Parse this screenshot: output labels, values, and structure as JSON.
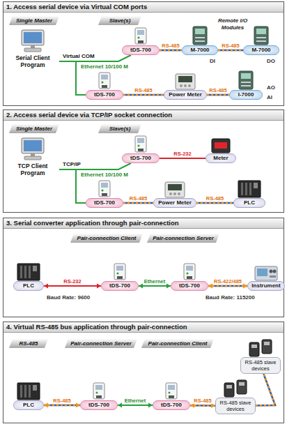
{
  "diagram": {
    "nodes": [
      {
        "text": [
          "1. Access serial device via Virtual COM ports"
        ]
      },
      {
        "text": [
          "Single Master"
        ],
        "in": 0
      },
      {
        "text": [
          "Slave(s)"
        ],
        "in": 0
      },
      {
        "text": [
          "Serial Client Program"
        ],
        "in": 0
      },
      {
        "text": [
          "tDS-700"
        ],
        "in": 0
      },
      {
        "text": [
          "M-7000"
        ],
        "in": 0
      },
      {
        "text": [
          "M-7000"
        ],
        "in": 0
      },
      {
        "text": [
          "tDS-700"
        ],
        "in": 0
      },
      {
        "text": [
          "Power Meter"
        ],
        "in": 0
      },
      {
        "text": [
          "I-7000"
        ],
        "in": 0
      },
      {
        "text": [
          "2. Access serial device via TCP/IP socket connection"
        ]
      },
      {
        "text": [
          "Single Master"
        ],
        "in": 10
      },
      {
        "text": [
          "Slave(s)"
        ],
        "in": 10
      },
      {
        "text": [
          "TCP Client Program"
        ],
        "in": 10
      },
      {
        "text": [
          "tDS-700"
        ],
        "in": 10
      },
      {
        "text": [
          "Meter"
        ],
        "in": 10
      },
      {
        "text": [
          "tDS-700"
        ],
        "in": 10
      },
      {
        "text": [
          "Power Meter"
        ],
        "in": 10
      },
      {
        "text": [
          "PLC"
        ],
        "in": 10
      },
      {
        "text": [
          "3. Serial converter application through pair-connection"
        ]
      },
      {
        "text": [
          "Pair-connection Client"
        ],
        "in": 19
      },
      {
        "text": [
          "Pair-connection Server"
        ],
        "in": 19
      },
      {
        "text": [
          "PLC"
        ],
        "in": 19
      },
      {
        "text": [
          "tDS-700"
        ],
        "in": 19
      },
      {
        "text": [
          "tDS-700"
        ],
        "in": 19
      },
      {
        "text": [
          "Instrument"
        ],
        "in": 19
      },
      {
        "text": [
          "4. Virtual RS-485 bus application through pair-connection"
        ]
      },
      {
        "text": [
          "RS-485"
        ],
        "in": 26
      },
      {
        "text": [
          "Pair-connection Server"
        ],
        "in": 26
      },
      {
        "text": [
          "Pair-connection Client"
        ],
        "in": 26
      },
      {
        "text": [
          "PLC"
        ],
        "in": 26
      },
      {
        "text": [
          "tDS-700"
        ],
        "in": 26
      },
      {
        "text": [
          "tDS-700"
        ],
        "in": 26
      },
      {
        "text": [
          "RS-485 slave devices"
        ],
        "in": 26
      },
      {
        "text": [
          "RS-485 slave devices"
        ],
        "in": 26
      }
    ],
    "edges": [
      {
        "from": 3,
        "to": 4,
        "label": "Virtual COM",
        "arrow": "none"
      },
      {
        "from": 3,
        "to": 7,
        "label": "Ethernet 10/100 M",
        "arrow": "none"
      },
      {
        "from": 4,
        "to": 5,
        "label": "RS-485",
        "arrow": "none"
      },
      {
        "from": 5,
        "to": 6,
        "label": "RS-485",
        "arrow": "none"
      },
      {
        "from": 7,
        "to": 8,
        "label": "RS-485",
        "arrow": "none"
      },
      {
        "from": 8,
        "to": 9,
        "label": "RS-485",
        "arrow": "none"
      },
      {
        "from": 13,
        "to": 14,
        "label": "TCP/IP",
        "arrow": "none"
      },
      {
        "from": 13,
        "to": 16,
        "label": "Ethernet 10/100 M",
        "arrow": "none"
      },
      {
        "from": 14,
        "to": 15,
        "label": "RS-232",
        "arrow": "none"
      },
      {
        "from": 16,
        "to": 17,
        "label": "RS-485",
        "arrow": "none"
      },
      {
        "from": 17,
        "to": 18,
        "label": "RS-485",
        "arrow": "none"
      },
      {
        "from": 22,
        "to": 23,
        "label": "RS-232",
        "arrow": "both"
      },
      {
        "from": 23,
        "to": 24,
        "label": "Ethernet",
        "arrow": "both"
      },
      {
        "from": 24,
        "to": 25,
        "label": "RS-422/485",
        "arrow": "both"
      },
      {
        "from": 30,
        "to": 31,
        "label": "RS-485",
        "arrow": "both"
      },
      {
        "from": 31,
        "to": 32,
        "label": "Ethernet",
        "arrow": "both"
      },
      {
        "from": 32,
        "to": 33,
        "label": "RS-485",
        "arrow": "both"
      },
      {
        "from": 33,
        "to": 34,
        "arrow": "none"
      }
    ],
    "labels": [
      "Remote I/O Modules",
      "DI",
      "DO",
      "AO",
      "AI",
      "Baud Rate: 9600",
      "Baud Rate: 115200"
    ]
  }
}
